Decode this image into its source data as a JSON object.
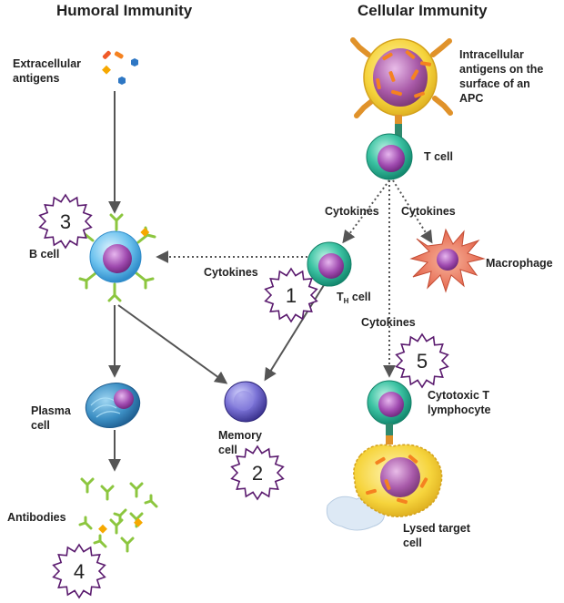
{
  "headings": {
    "humoral": "Humoral Immunity",
    "cellular": "Cellular Immunity"
  },
  "labels": {
    "extracellular_1": "Extracellular",
    "extracellular_2": "antigens",
    "intracellular_1": "Intracellular",
    "intracellular_2": "antigens on the",
    "intracellular_3": "surface of an",
    "intracellular_4": "APC",
    "t_cell": "T cell",
    "b_cell": "B cell",
    "cytokines_left": "Cytokines",
    "cytokines_mid": "Cytokines",
    "cytokines_right": "Cytokines",
    "cytokines_low": "Cytokines",
    "macrophage": "Macrophage",
    "th_T": "T",
    "th_H": "H",
    "th_cell": " cell",
    "plasma_1": "Plasma",
    "plasma_2": "cell",
    "memory_1": "Memory",
    "memory_2": "cell",
    "cytotoxic_1": "Cytotoxic T",
    "cytotoxic_2": "lymphocyte",
    "antibodies": "Antibodies",
    "lysed_1": "Lysed target",
    "lysed_2": "cell"
  },
  "badges": {
    "b1": "1",
    "b2": "2",
    "b3": "3",
    "b4": "4",
    "b5": "5"
  },
  "colors": {
    "arrow": "#555555",
    "badge_stroke": "#5a1a6e",
    "teal_cell": "#2fb89a",
    "b_cell": "#5bb6e8",
    "nucleus": "#9b3fa6",
    "apc_yellow": "#f5d33a",
    "antibody_green": "#8cc63f",
    "antigen_orange": "#f58220",
    "macrophage": "#e8735a"
  }
}
